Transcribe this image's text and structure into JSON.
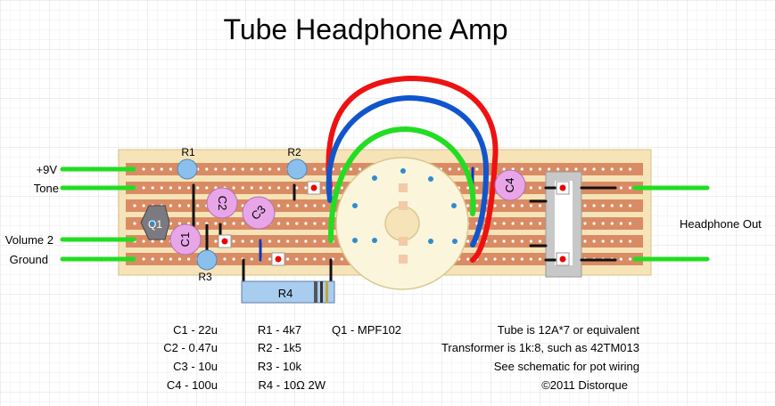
{
  "title": "Tube Headphone Amp",
  "labels": {
    "plus9v": "+9V",
    "tone": "Tone",
    "volume2": "Volume 2",
    "ground": "Ground",
    "headphone_out": "Headphone Out"
  },
  "components": {
    "r1": "R1",
    "r2": "R2",
    "r3": "R3",
    "r4": "R4",
    "c1": "C1",
    "c2": "C2",
    "c3": "C3",
    "c4": "C4",
    "q1": "Q1"
  },
  "bom_capacitors": [
    "C1 - 22u",
    "C2 - 0.47u",
    "C3 - 10u",
    "C4 - 100u"
  ],
  "bom_resistors": [
    "R1 - 4k7",
    "R2 - 1k5",
    "R3 - 10k",
    "R4 - 10Ω 2W"
  ],
  "bom_transistor": "Q1 - MPF102",
  "notes": [
    "Tube is 12A*7 or equivalent",
    "Transformer is 1k:8, such as 42TM013",
    "See schematic for pot wiring",
    "©2011 Distorque"
  ],
  "colors": {
    "board": "#f6e3b8",
    "strip": "#d98b63",
    "wire_green": "#22dd22",
    "wire_red": "#ee1111",
    "wire_blue": "#1155cc",
    "resistor_blue": "#a9cdef",
    "cap_pink": "#e8a6e8"
  }
}
